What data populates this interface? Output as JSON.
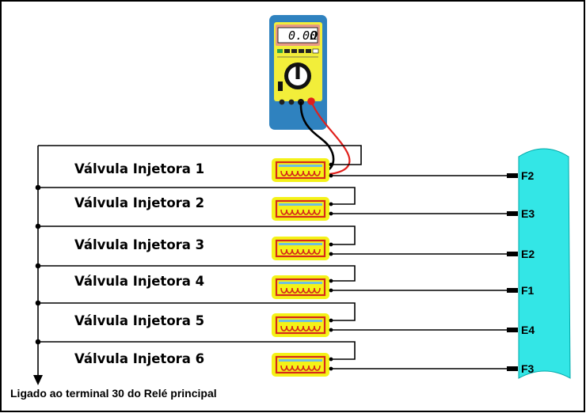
{
  "multimeter": {
    "display_reading": "0.00",
    "display_unit": "Ω",
    "body_color": "#2f82bf",
    "panel_color": "#f2ee3a"
  },
  "injectors": [
    {
      "label": "Válvula Injetora 1",
      "pin": "F2"
    },
    {
      "label": "Válvula Injetora 2",
      "pin": "E3"
    },
    {
      "label": "Válvula Injetora 3",
      "pin": "E2"
    },
    {
      "label": "Válvula Injetora 4",
      "pin": "F1"
    },
    {
      "label": "Válvula Injetora 5",
      "pin": "E4"
    },
    {
      "label": "Válvula Injetora 6",
      "pin": "F3"
    }
  ],
  "common_line_label": "Ligado ao terminal 30 do Relé principal",
  "colors": {
    "wire": "#000000",
    "probe_red": "#e0201c",
    "injector_fill": "#f4f218",
    "coil_red": "#d62a1a",
    "coil_core": "#6fbfe0",
    "ecu_connector": "#33e6e6"
  }
}
